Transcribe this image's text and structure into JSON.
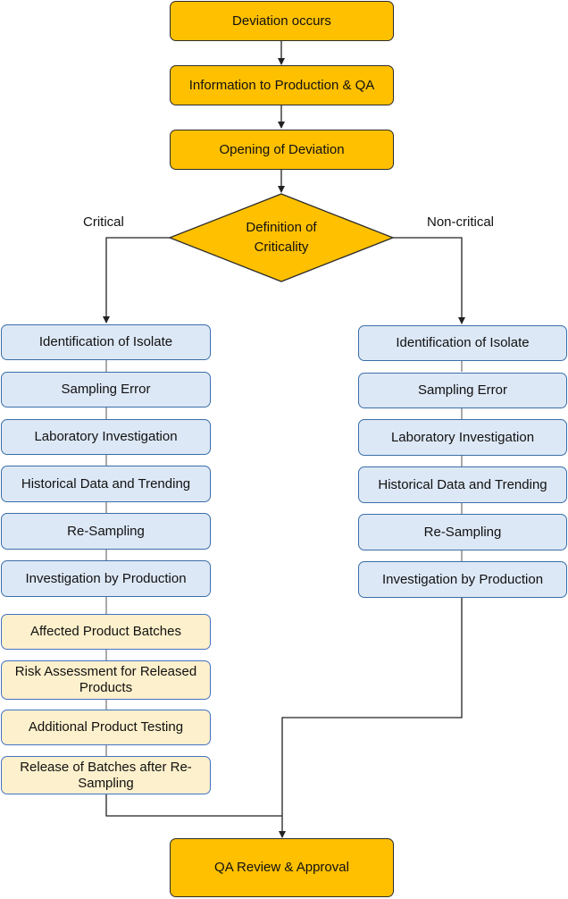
{
  "flow": {
    "start": "Deviation occurs",
    "info": "Information to Production & QA",
    "opening": "Opening of Deviation",
    "decision_line1": "Definition of",
    "decision_line2": "Criticality",
    "label_critical": "Critical",
    "label_noncritical": "Non-critical",
    "end": "QA Review & Approval"
  },
  "critical_steps": [
    "Identification of Isolate",
    "Sampling Error",
    "Laboratory Investigation",
    "Historical Data and Trending",
    "Re-Sampling",
    "Investigation by Production"
  ],
  "critical_extra_steps": [
    "Affected Product Batches",
    "Risk Assessment for Released Products",
    "Additional Product Testing",
    "Release of Batches after Re-Sampling"
  ],
  "noncritical_steps": [
    "Identification of Isolate",
    "Sampling Error",
    "Laboratory Investigation",
    "Historical Data and Trending",
    "Re-Sampling",
    "Investigation by Production"
  ],
  "colors": {
    "main_fill": "#ffc000",
    "step_fill": "#dde8f6",
    "extra_fill": "#fdf0cc"
  }
}
